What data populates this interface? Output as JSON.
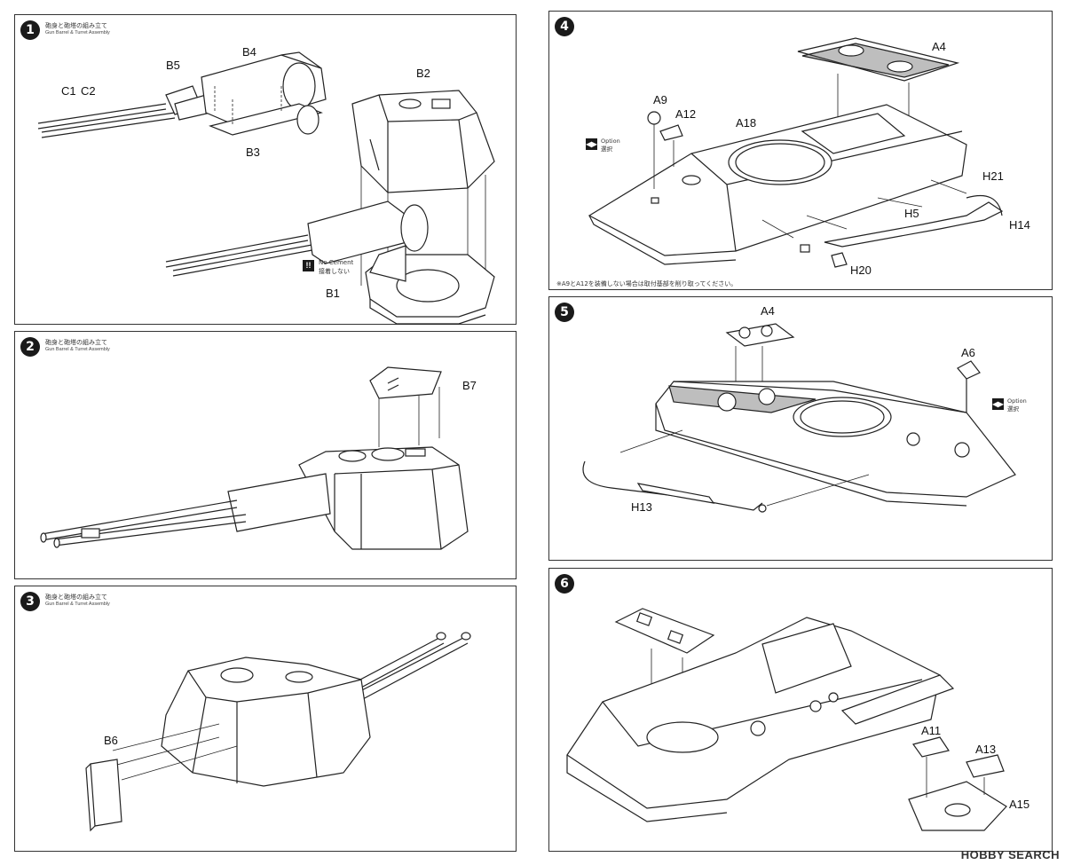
{
  "steps": [
    {
      "number": "1",
      "title_jp": "砲身と砲塔の組み立て",
      "title_en": "Gun Barrel & Turret Assembly"
    },
    {
      "number": "2",
      "title_jp": "砲身と砲塔の組み立て",
      "title_en": "Gun Barrel & Turret Assembly"
    },
    {
      "number": "3",
      "title_jp": "砲身と砲塔の組み立て",
      "title_en": "Gun Barrel & Turret Assembly"
    },
    {
      "number": "4"
    },
    {
      "number": "5"
    },
    {
      "number": "6"
    }
  ],
  "parts": {
    "c1": "C1",
    "c2": "C2",
    "b5": "B5",
    "b4": "B4",
    "b3": "B3",
    "b2": "B2",
    "b1": "B1",
    "b7": "B7",
    "b6": "B6",
    "a4": "A4",
    "a9": "A9",
    "a12": "A12",
    "a18": "A18",
    "h21": "H21",
    "h5": "H5",
    "h14": "H14",
    "h20": "H20",
    "a4b": "A4",
    "a6": "A6",
    "h13": "H13",
    "a11": "A11",
    "a13": "A13",
    "a15": "A15"
  },
  "notes": {
    "no_cement_en": "No Cement",
    "no_cement_jp": "接着しない",
    "option_en": "Option",
    "option_jp": "選択",
    "step4_footnote": "※A9とA12を装備しない場合は取付基部を削り取ってください。"
  },
  "watermark": "HOBBY SEARCH"
}
